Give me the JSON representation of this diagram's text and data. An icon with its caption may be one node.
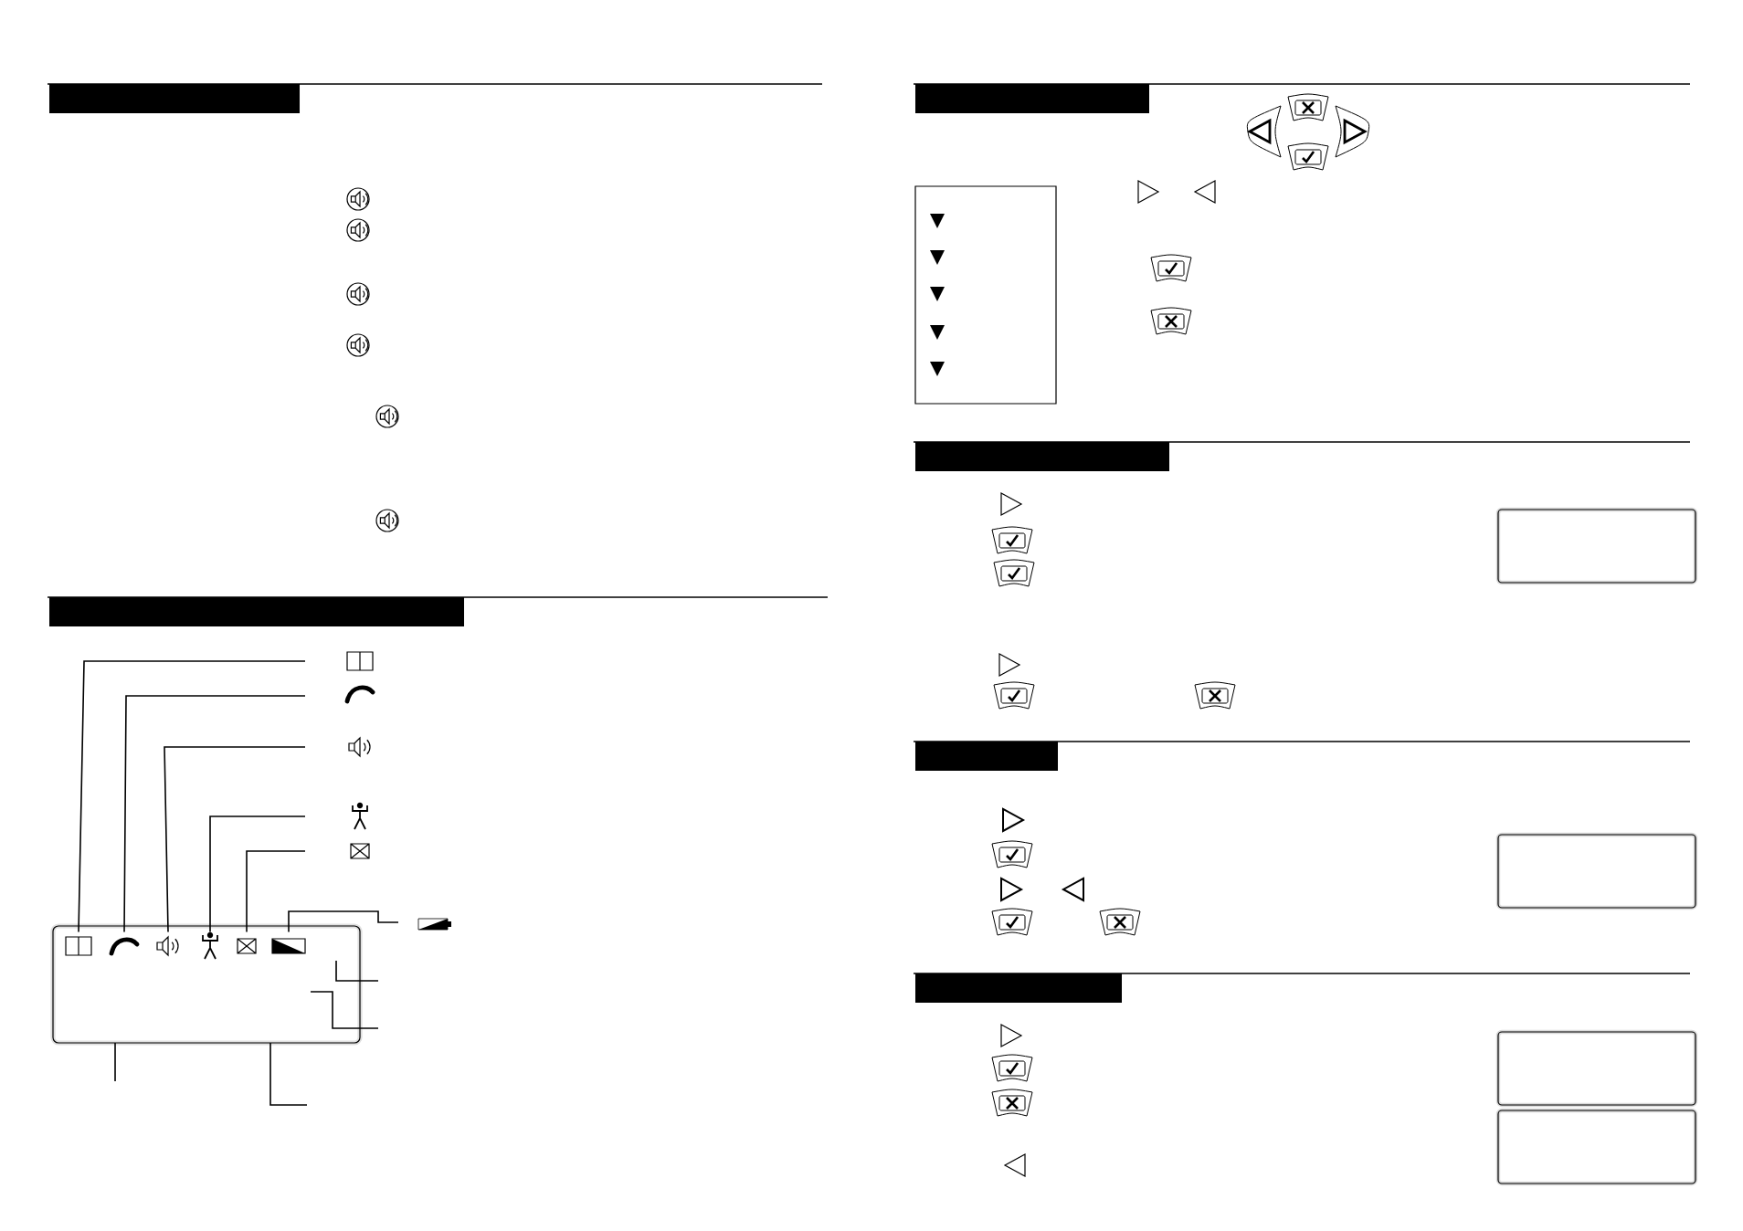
{
  "diagram": {
    "nodes": [
      {
        "text": [],
        "shape": "box"
      },
      {
        "text": [],
        "shape": "book",
        "in": 0
      },
      {
        "text": [],
        "shape": "phone",
        "in": 0
      },
      {
        "text": [],
        "shape": "speaker",
        "in": 0
      },
      {
        "text": [],
        "shape": "person",
        "in": 0
      },
      {
        "text": [],
        "shape": "envelope",
        "in": 0
      },
      {
        "text": [],
        "shape": "battery",
        "in": 0
      },
      {
        "text": [],
        "shape": "bar"
      },
      {
        "text": [],
        "shape": "bar"
      },
      {
        "text": [],
        "shape": "bar"
      },
      {
        "text": [],
        "shape": "bar"
      },
      {
        "text": [],
        "shape": "bar"
      },
      {
        "text": [],
        "shape": "bar"
      }
    ],
    "edges": [
      {
        "from": null,
        "to": 1,
        "arrow": "none"
      },
      {
        "from": null,
        "to": 2,
        "arrow": "none"
      },
      {
        "from": null,
        "to": 3,
        "arrow": "none"
      },
      {
        "from": null,
        "to": 4,
        "arrow": "none"
      },
      {
        "from": null,
        "to": 5,
        "arrow": "none"
      },
      {
        "from": null,
        "to": 6,
        "arrow": "none"
      },
      {
        "from": null,
        "to": 0,
        "arrow": "none"
      },
      {
        "from": null,
        "to": 0,
        "arrow": "none"
      },
      {
        "from": null,
        "to": 0,
        "arrow": "none"
      },
      {
        "from": null,
        "to": 0,
        "arrow": "none"
      }
    ]
  }
}
